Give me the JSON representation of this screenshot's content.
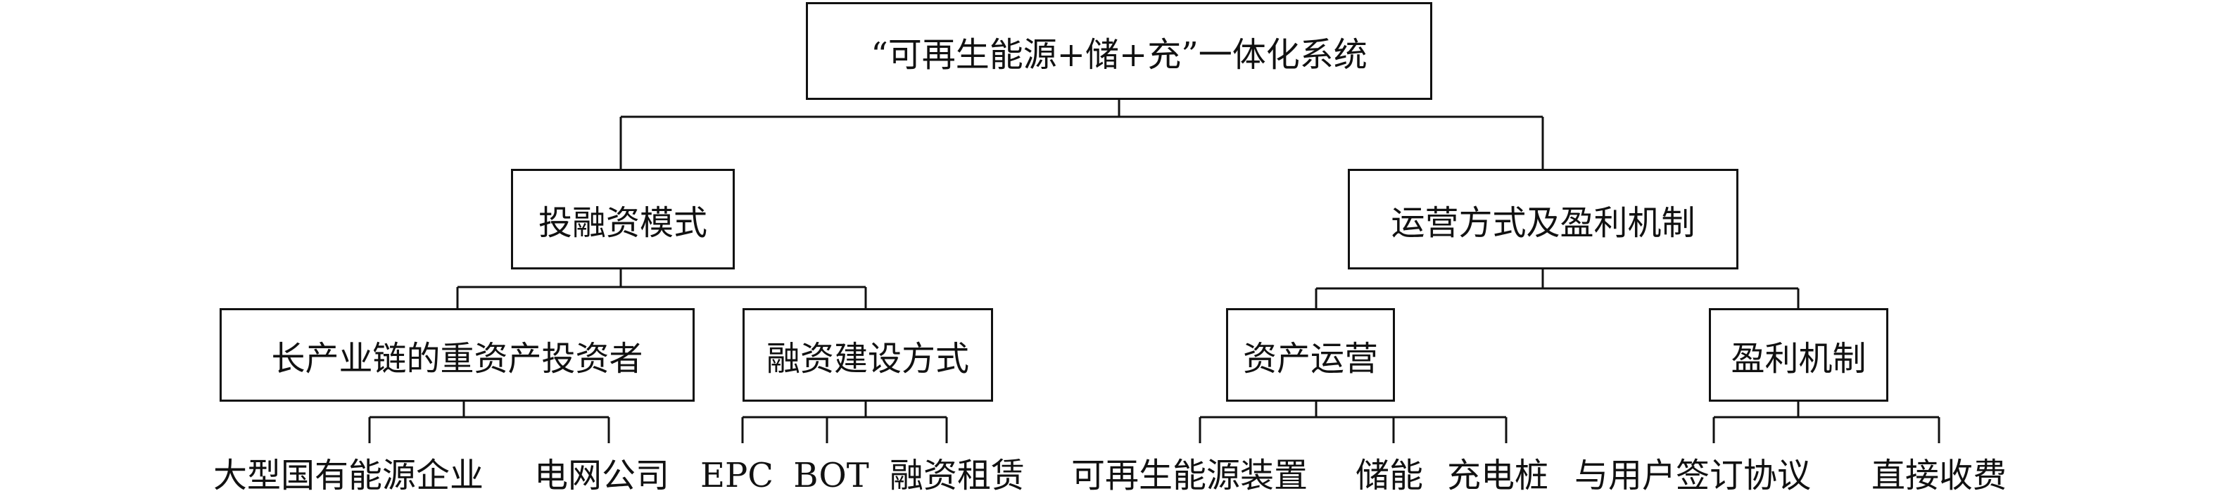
{
  "root": {
    "label": "“可再生能源+储+充”一体化系统"
  },
  "level1": [
    {
      "label": "投融资模式"
    },
    {
      "label": "运营方式及盈利机制"
    }
  ],
  "level2": [
    {
      "label": "长产业链的重资产投资者"
    },
    {
      "label": "融资建设方式"
    },
    {
      "label": "资产运营"
    },
    {
      "label": "盈利机制"
    }
  ],
  "leaves": [
    {
      "label": "大型国有能源企业"
    },
    {
      "label": "电网公司"
    },
    {
      "label": "EPC"
    },
    {
      "label": "BOT"
    },
    {
      "label": "融资租赁"
    },
    {
      "label": "可再生能源装置"
    },
    {
      "label": "储能"
    },
    {
      "label": "充电桩"
    },
    {
      "label": "与用户签订协议"
    },
    {
      "label": "直接收费"
    }
  ]
}
